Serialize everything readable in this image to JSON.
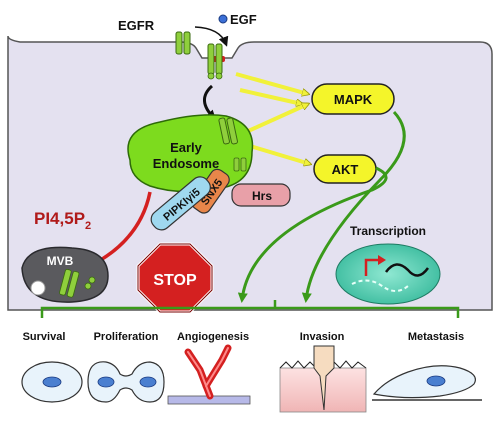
{
  "top": {
    "receptor_label": "EGFR",
    "ligand_label": "EGF"
  },
  "endosome": {
    "line1": "Early",
    "line2": "Endosome",
    "hrs": "Hrs",
    "snx5": "SNX5",
    "pipki": "PIPKIγi5"
  },
  "signals": {
    "mapk": "MAPK",
    "akt": "AKT",
    "transcription": "Transcription"
  },
  "lipid": {
    "base": "PI4,5P",
    "sub": "2"
  },
  "mvb": "MVB",
  "stop": "STOP",
  "outcomes": [
    {
      "label": "Survival"
    },
    {
      "label": "Proliferation"
    },
    {
      "label": "Angiogenesis"
    },
    {
      "label": "Invasion"
    },
    {
      "label": "Metastasis"
    }
  ],
  "colors": {
    "cytoplasm": "#e4e1f0",
    "receptor": "#8fcf3c",
    "endosome": "#7ddb1e",
    "signal_pill": "#f4f52a",
    "arrow_yellow": "#f1f13a",
    "arrow_green": "#3a9a1a",
    "stop_red": "#d42020",
    "lipid_text": "#b01a1a",
    "hrs": "#e8a0a8",
    "snx5": "#e8864a",
    "pipki": "#9fd8ef"
  }
}
